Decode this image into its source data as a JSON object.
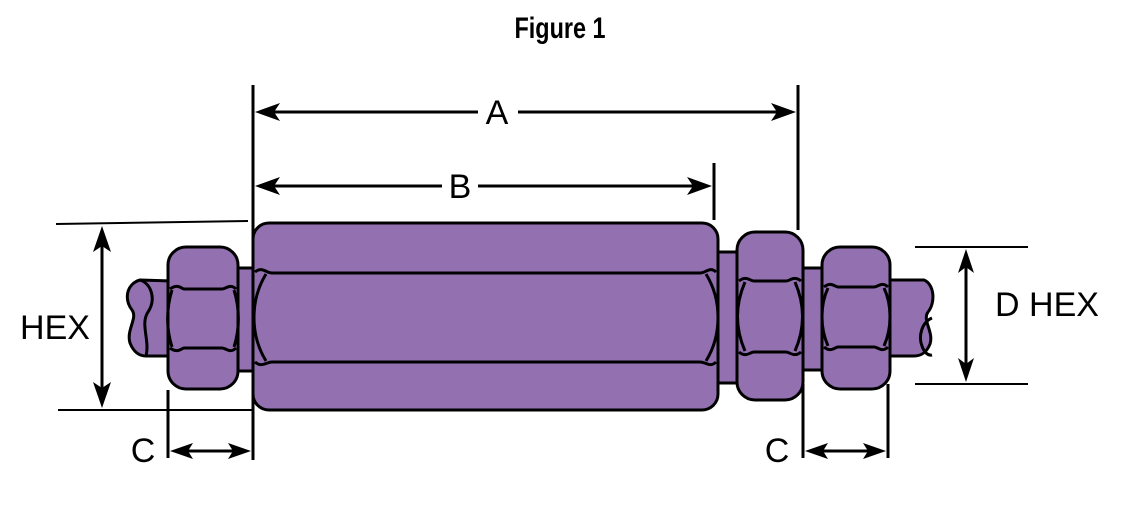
{
  "figure": {
    "title": "Figure 1",
    "fill_color": "#9371b1",
    "outline_color": "#000000"
  },
  "dimensions": {
    "overall_length": {
      "label": "A"
    },
    "body_length": {
      "label": "B"
    },
    "body_hex": {
      "label": "HEX"
    },
    "nut_hex": {
      "label": "D HEX"
    },
    "left_nut_width": {
      "label": "C"
    },
    "right_nut_width": {
      "label": "C"
    }
  },
  "parts": [
    {
      "name": "left-tube"
    },
    {
      "name": "left-nut"
    },
    {
      "name": "left-collar"
    },
    {
      "name": "main-hex-body"
    },
    {
      "name": "right-collar-inner"
    },
    {
      "name": "right-nut-inner"
    },
    {
      "name": "right-collar-outer"
    },
    {
      "name": "right-nut-outer"
    },
    {
      "name": "right-tube"
    }
  ]
}
